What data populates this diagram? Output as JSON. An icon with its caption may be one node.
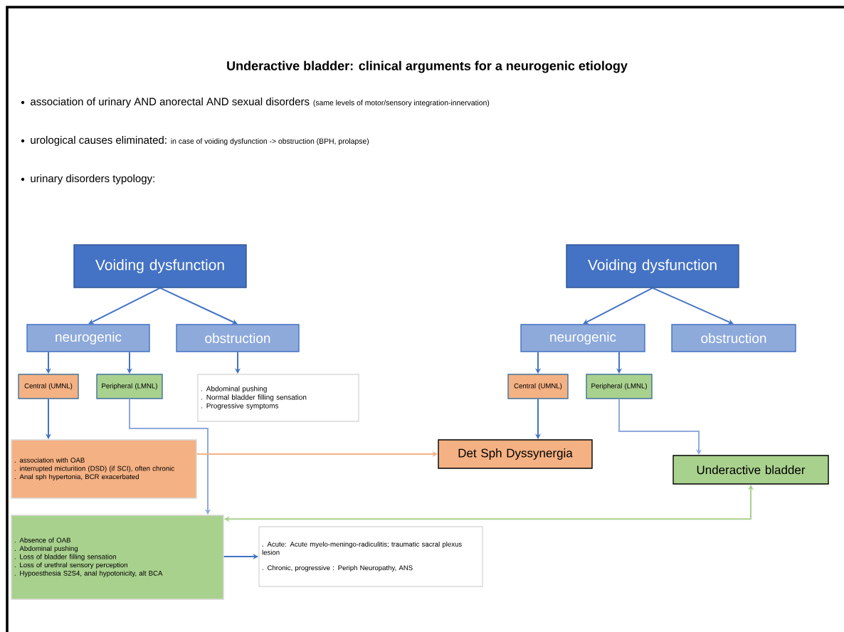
{
  "diagram": {
    "title": "Underactive bladder: clinical arguments for a neurogenic etiology",
    "nodes": [
      {
        "text": [
          "Voiding dysfunction"
        ]
      },
      {
        "text": [
          "neurogenic"
        ]
      },
      {
        "text": [
          "obstruction"
        ]
      },
      {
        "text": [
          "Central (UMNL)"
        ]
      },
      {
        "text": [
          "Peripheral (LMNL)"
        ]
      },
      {
        "text": [
          ". Abdominal pushing",
          ". Normal bladder filling sensation",
          ". Progressive symptoms"
        ]
      },
      {
        "text": [
          ". association with OAB",
          ". interrupted micturition (DSD) (if SCI), often chronic",
          ". Anal sph hypertonia, BCR exacerbated"
        ]
      },
      {
        "text": [
          ". Absence of OAB",
          ". Abdominal pushing",
          ". Loss of bladder filling sensation",
          ". Loss of urethral sensory perception",
          ". Hypoesthesia S2S4, anal hypotonicity, alt BCA"
        ]
      },
      {
        "text": [
          ". Acute: Acute myelo-meningo-radiculitis; traumatic sacral plexus lesion",
          ". Chronic, progressive : Periph Neuropathy, ANS"
        ]
      },
      {
        "text": [
          "Voiding dysfunction"
        ]
      },
      {
        "text": [
          "neurogenic"
        ]
      },
      {
        "text": [
          "obstruction"
        ]
      },
      {
        "text": [
          "Central (UMNL)"
        ]
      },
      {
        "text": [
          "Peripheral (LMNL)"
        ]
      },
      {
        "text": [
          "Det Sph Dyssynergia"
        ]
      },
      {
        "text": [
          "Underactive bladder"
        ]
      }
    ],
    "edges": [
      {
        "from": 0,
        "to": 1,
        "arrow": "to"
      },
      {
        "from": 0,
        "to": 2,
        "arrow": "to"
      },
      {
        "from": 1,
        "to": 3,
        "arrow": "to"
      },
      {
        "from": 1,
        "to": 4,
        "arrow": "to"
      },
      {
        "from": 2,
        "to": 5,
        "arrow": "to"
      },
      {
        "from": 3,
        "to": 6,
        "arrow": "to"
      },
      {
        "from": 4,
        "to": 7,
        "arrow": "to",
        "color": "#8faadc"
      },
      {
        "from": 6,
        "to": 14,
        "arrow": "to",
        "color": "#f4b183"
      },
      {
        "from": 15,
        "to": 7,
        "arrow": "both",
        "color": "#a9d18e"
      },
      {
        "from": 7,
        "to": 8,
        "arrow": "to"
      },
      {
        "from": 9,
        "to": 10,
        "arrow": "to"
      },
      {
        "from": 9,
        "to": 11,
        "arrow": "to"
      },
      {
        "from": 10,
        "to": 12,
        "arrow": "to"
      },
      {
        "from": 10,
        "to": 13,
        "arrow": "to"
      },
      {
        "from": 12,
        "to": 14,
        "arrow": "to"
      },
      {
        "from": 13,
        "to": 15,
        "arrow": "to",
        "color": "#8faadc"
      }
    ],
    "labels": [
      "association of urinary AND anorectal AND sexual disorders",
      "(same levels of motor/sensory integration-innervation)",
      "urological causes eliminated:",
      "in case of voiding dysfunction -> obstruction (BPH, prolapse)",
      "urinary disorders typology:"
    ]
  }
}
